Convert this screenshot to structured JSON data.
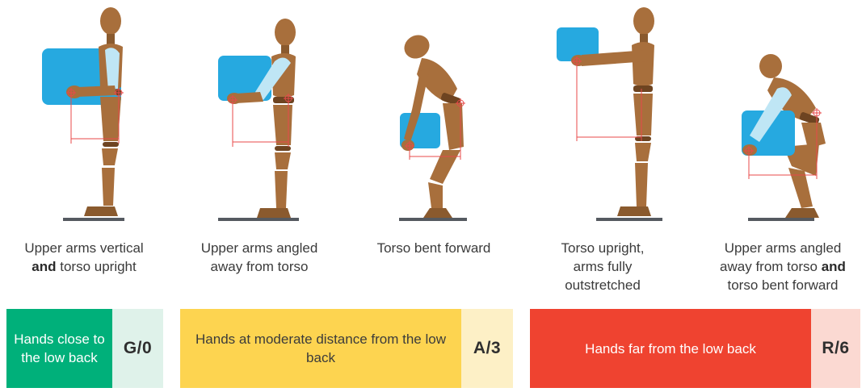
{
  "postures": [
    {
      "id": "p1",
      "caption_pre": "Upper arms vertical",
      "caption_bold": "and",
      "caption_post": "torso upright"
    },
    {
      "id": "p2",
      "caption_pre": "Upper arms angled away from torso",
      "caption_bold": "",
      "caption_post": ""
    },
    {
      "id": "p3",
      "caption_pre": "Torso bent forward",
      "caption_bold": "",
      "caption_post": ""
    },
    {
      "id": "p4",
      "caption_pre": "Torso upright, arms fully outstretched",
      "caption_bold": "",
      "caption_post": ""
    },
    {
      "id": "p5",
      "caption_pre": "Upper arms angled away from torso",
      "caption_bold": "and",
      "caption_post": "torso bent forward"
    }
  ],
  "zones": [
    {
      "label": "Hands close to the low back",
      "code": "G/0",
      "color": "#00b07a",
      "tint": "#dff2ea"
    },
    {
      "label": "Hands at moderate distance from the low back",
      "code": "A/3",
      "color": "#fdd450",
      "tint": "#fdf0c6"
    },
    {
      "label": "Hands far from the low back",
      "code": "R/6",
      "color": "#ef4330",
      "tint": "#fbd9d2"
    }
  ],
  "colors": {
    "box": "#26a9e0",
    "body": "#a86f3c",
    "body_dark": "#6e4421",
    "measure": "#e84a4a",
    "floor": "#555a60"
  }
}
